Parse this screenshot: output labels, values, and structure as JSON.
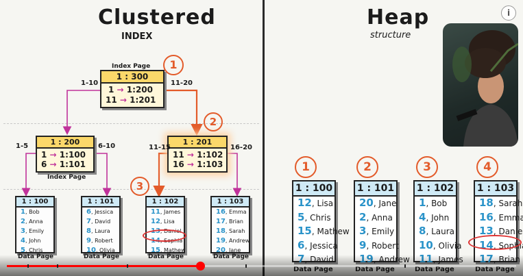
{
  "left": {
    "title": "Clustered",
    "subtitle": "INDEX",
    "root": {
      "caption": "Index Page",
      "header": "1 : 300",
      "rows": [
        [
          "1",
          "1:200"
        ],
        [
          "11",
          "1:201"
        ]
      ],
      "range_left": "1-10",
      "range_right": "11-20",
      "badge": "1"
    },
    "mid_left": {
      "caption": "Index Page",
      "header": "1 : 200",
      "rows": [
        [
          "1",
          "1:100"
        ],
        [
          "6",
          "1:101"
        ]
      ],
      "range_left": "1-5",
      "range_right": "6-10"
    },
    "mid_right": {
      "header": "1 : 201",
      "rows": [
        [
          "11",
          "1:102"
        ],
        [
          "16",
          "1:103"
        ]
      ],
      "range_left": "11-15",
      "range_right": "16-20",
      "badge": "2"
    },
    "leaves": [
      {
        "header": "1 : 100",
        "caption": "Data Page",
        "rows": [
          [
            "1",
            "Bob"
          ],
          [
            "2",
            "Anna"
          ],
          [
            "3",
            "Emily"
          ],
          [
            "4",
            "John"
          ],
          [
            "5",
            "Chris"
          ]
        ]
      },
      {
        "header": "1 : 101",
        "caption": "Data Page",
        "rows": [
          [
            "6",
            "Jessica"
          ],
          [
            "7",
            "David"
          ],
          [
            "8",
            "Laura"
          ],
          [
            "9",
            "Robert"
          ],
          [
            "10",
            "Olivia"
          ]
        ]
      },
      {
        "header": "1 : 102",
        "caption": "Data Page",
        "badge": "3",
        "rows": [
          [
            "11",
            "James"
          ],
          [
            "12",
            "Lisa"
          ],
          [
            "13",
            "Daniel"
          ],
          [
            "14",
            "Sophia"
          ],
          [
            "15",
            "Mathew"
          ]
        ]
      },
      {
        "header": "1 : 103",
        "caption": "Data Page",
        "rows": [
          [
            "16",
            "Emma"
          ],
          [
            "17",
            "Brian"
          ],
          [
            "18",
            "Sarah"
          ],
          [
            "19",
            "Andrew"
          ],
          [
            "20",
            "Jane"
          ]
        ]
      }
    ]
  },
  "right": {
    "title": "Heap",
    "subtitle": "structure",
    "pages": [
      {
        "badge": "1",
        "header": "1 : 100",
        "caption": "Data Page",
        "rows": [
          [
            "12",
            "Lisa"
          ],
          [
            "5",
            "Chris"
          ],
          [
            "15",
            "Mathew"
          ],
          [
            "6",
            "Jessica"
          ],
          [
            "7",
            "David"
          ]
        ]
      },
      {
        "badge": "2",
        "header": "1 : 101",
        "caption": "Data Page",
        "rows": [
          [
            "20",
            "Jane"
          ],
          [
            "2",
            "Anna"
          ],
          [
            "3",
            "Emily"
          ],
          [
            "9",
            "Robert"
          ],
          [
            "19",
            "Andrew"
          ]
        ]
      },
      {
        "badge": "3",
        "header": "1 : 102",
        "caption": "Data Page",
        "rows": [
          [
            "1",
            "Bob"
          ],
          [
            "4",
            "John"
          ],
          [
            "8",
            "Laura"
          ],
          [
            "10",
            "Olivia"
          ],
          [
            "11",
            "James"
          ]
        ]
      },
      {
        "badge": "4",
        "header": "1 : 103",
        "caption": "Data Page",
        "rows": [
          [
            "18",
            "Sarah"
          ],
          [
            "16",
            "Emma"
          ],
          [
            "13",
            "Daniel"
          ],
          [
            "14",
            "Sophia"
          ],
          [
            "17",
            "Brian"
          ]
        ]
      }
    ]
  },
  "player": {
    "info_icon": "info-icon",
    "progress": 0.38
  },
  "colors": {
    "accent_orange": "#e35b2a",
    "index_yellow": "#fbd86a",
    "page_blue": "#cfeaf6",
    "arrow_pink": "#c0329a",
    "progress_red": "#ff0000"
  }
}
